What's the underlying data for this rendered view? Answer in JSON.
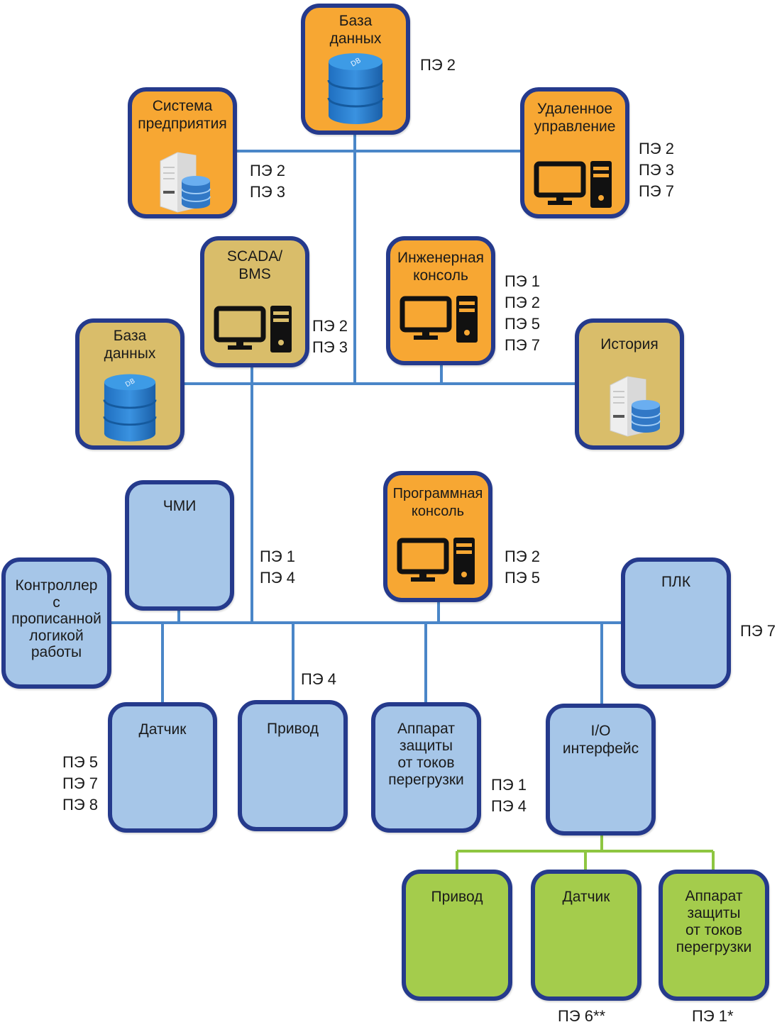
{
  "diagram": {
    "colors": {
      "enterprise_level": "#f7a733",
      "supervisory_level": "#d9bd6a",
      "control_level": "#a6c6e8",
      "field_level": "#a4cc4c",
      "border": "#253a8c",
      "network_line": "#4a86c8",
      "field_line": "#8ec641"
    },
    "nodes": {
      "db_top": {
        "title": "База\nданных",
        "icon": "database-icon",
        "pe": [
          "ПЭ 2"
        ]
      },
      "enterprise": {
        "title": "Система\nпредприятия",
        "icon": "server-database-icon",
        "pe": [
          "ПЭ 2",
          "ПЭ 3"
        ]
      },
      "remote": {
        "title": "Удаленное\nуправление",
        "icon": "desktop-computer-icon",
        "pe": [
          "ПЭ 2",
          "ПЭ 3",
          "ПЭ 7"
        ]
      },
      "scada": {
        "title": "SCADA/\nBMS",
        "icon": "desktop-computer-icon",
        "pe": [
          "ПЭ 2",
          "ПЭ 3"
        ]
      },
      "eng_console": {
        "title": "Инженерная\nконсоль",
        "icon": "desktop-computer-icon",
        "pe": [
          "ПЭ 1",
          "ПЭ 2",
          "ПЭ 5",
          "ПЭ 7"
        ]
      },
      "db_mid": {
        "title": "База\nданных",
        "icon": "database-icon",
        "pe": []
      },
      "history": {
        "title": "История",
        "icon": "server-database-icon",
        "pe": []
      },
      "hmi": {
        "title": "ЧМИ",
        "pe": []
      },
      "scada_link": {
        "pe": [
          "ПЭ 1",
          "ПЭ 4"
        ]
      },
      "prog_console": {
        "title": "Программная\nконсоль",
        "icon": "desktop-computer-icon",
        "pe": [
          "ПЭ 2",
          "ПЭ 5"
        ]
      },
      "hardwired": {
        "title": "Контроллер\nс\nпрописанной\nлогикой\nработы",
        "pe": []
      },
      "plc": {
        "title": "ПЛК",
        "pe": [
          "ПЭ 7"
        ]
      },
      "sensor": {
        "title": "Датчик",
        "pe": [
          "ПЭ 5",
          "ПЭ 7",
          "ПЭ 8"
        ]
      },
      "drive": {
        "title": "Привод",
        "pe": [
          "ПЭ 4"
        ]
      },
      "breaker": {
        "title": "Аппарат\nзащиты\nот токов\nперегрузки",
        "pe": [
          "ПЭ 1",
          "ПЭ 4"
        ]
      },
      "io": {
        "title": "I/O\nинтерфейс",
        "pe": []
      },
      "field_drive": {
        "title": "Привод",
        "pe": []
      },
      "field_sensor": {
        "title": "Датчик",
        "pe": [
          "ПЭ 6**"
        ]
      },
      "field_breaker": {
        "title": "Аппарат\nзащиты\nот токов\nперегрузки",
        "pe": [
          "ПЭ 1*"
        ]
      }
    }
  }
}
